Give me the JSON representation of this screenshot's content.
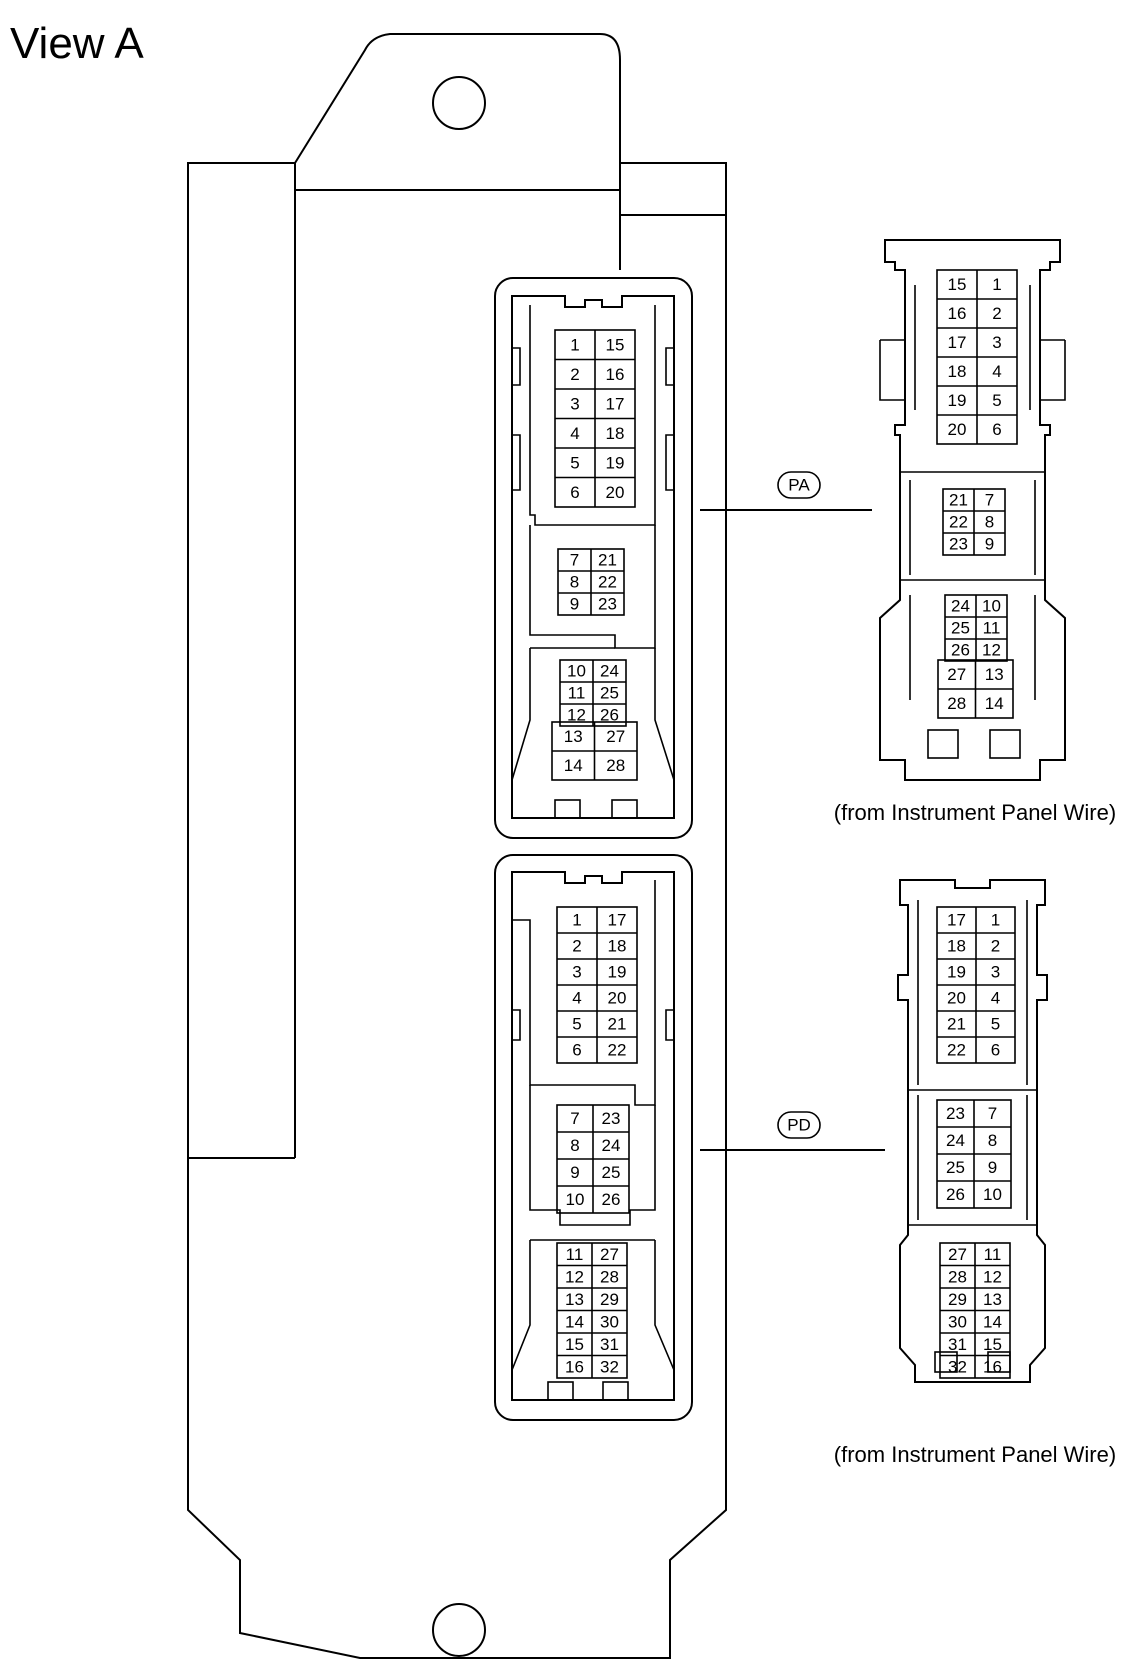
{
  "title": "View A",
  "connectors": [
    {
      "id": "PA",
      "label": "PA",
      "caption": "(from Instrument Panel Wire)",
      "ecu_side": [
        [
          [
            "1",
            "15"
          ],
          [
            "2",
            "16"
          ],
          [
            "3",
            "17"
          ],
          [
            "4",
            "18"
          ],
          [
            "5",
            "19"
          ],
          [
            "6",
            "20"
          ]
        ],
        [
          [
            "7",
            "21"
          ],
          [
            "8",
            "22"
          ],
          [
            "9",
            "23"
          ]
        ],
        [
          [
            "10",
            "24"
          ],
          [
            "11",
            "25"
          ],
          [
            "12",
            "26"
          ]
        ],
        [
          [
            "13",
            "27"
          ],
          [
            "14",
            "28"
          ]
        ]
      ],
      "harness_side": [
        [
          [
            "15",
            "1"
          ],
          [
            "16",
            "2"
          ],
          [
            "17",
            "3"
          ],
          [
            "18",
            "4"
          ],
          [
            "19",
            "5"
          ],
          [
            "20",
            "6"
          ]
        ],
        [
          [
            "21",
            "7"
          ],
          [
            "22",
            "8"
          ],
          [
            "23",
            "9"
          ]
        ],
        [
          [
            "24",
            "10"
          ],
          [
            "25",
            "11"
          ],
          [
            "26",
            "12"
          ]
        ],
        [
          [
            "27",
            "13"
          ],
          [
            "28",
            "14"
          ]
        ]
      ]
    },
    {
      "id": "PD",
      "label": "PD",
      "caption": "(from Instrument Panel Wire)",
      "ecu_side": [
        [
          [
            "1",
            "17"
          ],
          [
            "2",
            "18"
          ],
          [
            "3",
            "19"
          ],
          [
            "4",
            "20"
          ],
          [
            "5",
            "21"
          ],
          [
            "6",
            "22"
          ]
        ],
        [
          [
            "7",
            "23"
          ],
          [
            "8",
            "24"
          ],
          [
            "9",
            "25"
          ],
          [
            "10",
            "26"
          ]
        ],
        [
          [
            "11",
            "27"
          ],
          [
            "12",
            "28"
          ],
          [
            "13",
            "29"
          ],
          [
            "14",
            "30"
          ],
          [
            "15",
            "31"
          ],
          [
            "16",
            "32"
          ]
        ]
      ],
      "harness_side": [
        [
          [
            "17",
            "1"
          ],
          [
            "18",
            "2"
          ],
          [
            "19",
            "3"
          ],
          [
            "20",
            "4"
          ],
          [
            "21",
            "5"
          ],
          [
            "22",
            "6"
          ]
        ],
        [
          [
            "23",
            "7"
          ],
          [
            "24",
            "8"
          ],
          [
            "25",
            "9"
          ],
          [
            "26",
            "10"
          ]
        ],
        [
          [
            "27",
            "11"
          ],
          [
            "28",
            "12"
          ],
          [
            "29",
            "13"
          ],
          [
            "30",
            "14"
          ],
          [
            "31",
            "15"
          ],
          [
            "32",
            "16"
          ]
        ]
      ]
    }
  ]
}
